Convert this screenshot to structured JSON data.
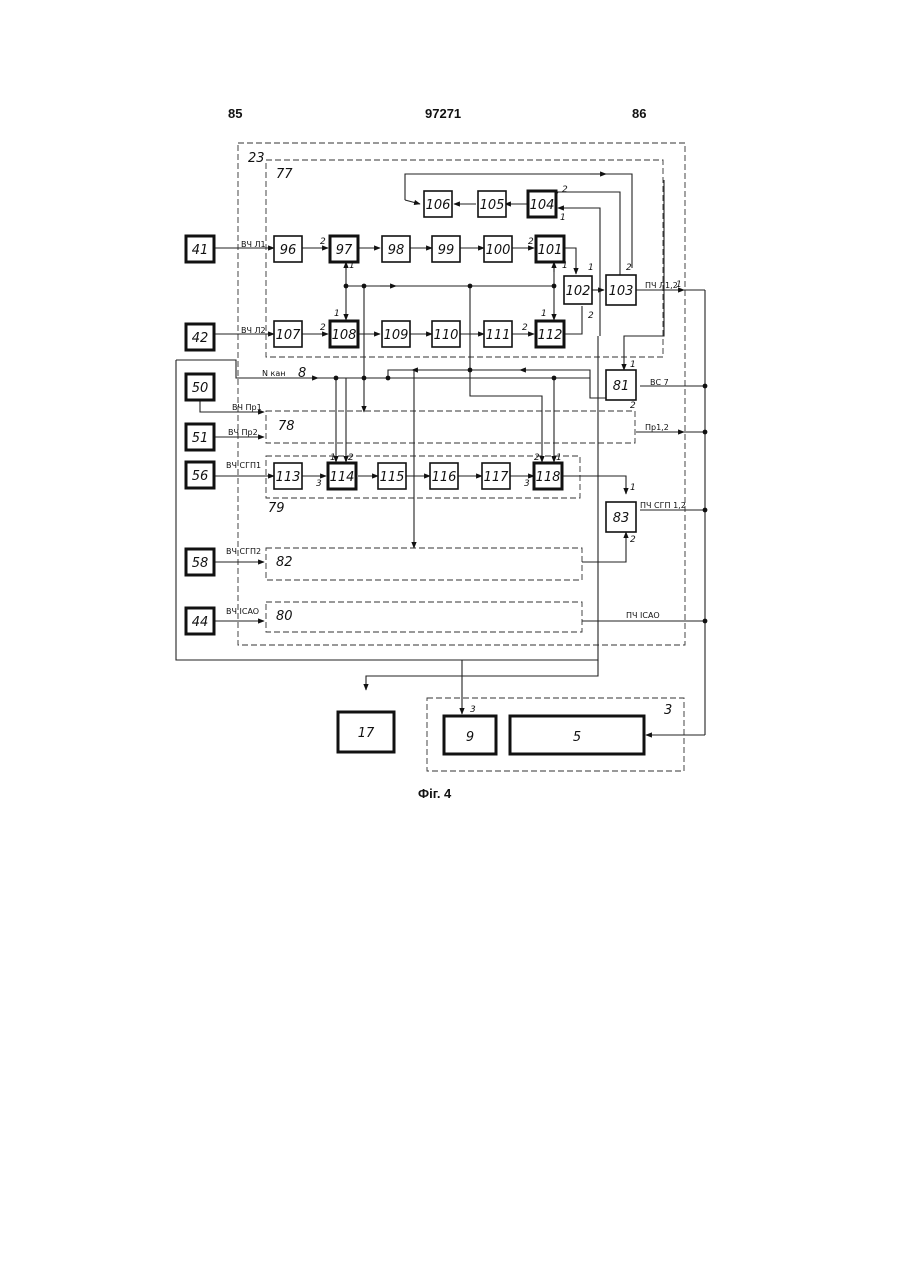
{
  "header": {
    "left": "85",
    "center": "97271",
    "right": "86"
  },
  "caption": "Фіг. 4",
  "containers": {
    "c23": "23",
    "c77": "77",
    "c78": "78",
    "c79": "79",
    "c82": "82",
    "c80": "80",
    "c3": "3"
  },
  "inputs": {
    "b41": "41",
    "b42": "42",
    "b50": "50",
    "b51": "51",
    "b56": "56",
    "b58": "58",
    "b44": "44"
  },
  "blocks": {
    "b96": "96",
    "b97": "97",
    "b98": "98",
    "b99": "99",
    "b100": "100",
    "b101": "101",
    "b102": "102",
    "b103": "103",
    "b104": "104",
    "b105": "105",
    "b106": "106",
    "b107": "107",
    "b108": "108",
    "b109": "109",
    "b110": "110",
    "b111": "111",
    "b112": "112",
    "b113": "113",
    "b114": "114",
    "b115": "115",
    "b116": "116",
    "b117": "117",
    "b118": "118",
    "b81": "81",
    "b83": "83",
    "b17": "17",
    "b9": "9",
    "b5": "5"
  },
  "signals": {
    "vch_l1": "ВЧ Л1",
    "vch_l2": "ВЧ Л2",
    "vch_pr1": "ВЧ Пр1",
    "vch_pr2": "ВЧ Пр2",
    "vch_sgp1": "ВЧ СГП1",
    "vch_sgp2": "ВЧ СГП2",
    "vch_icao": "ВЧ ICAO",
    "pch_l12": "ПЧ Л1,2",
    "vs_label": "ВС 7",
    "pr12": "Пр1,2",
    "pch_sgp12": "ПЧ СГП 1,2",
    "pch_icao": "ПЧ ICAO",
    "n_kan": "N кан",
    "n_kan_num": "8"
  },
  "ports": {
    "p1": "1",
    "p2": "2",
    "p3": "3"
  }
}
